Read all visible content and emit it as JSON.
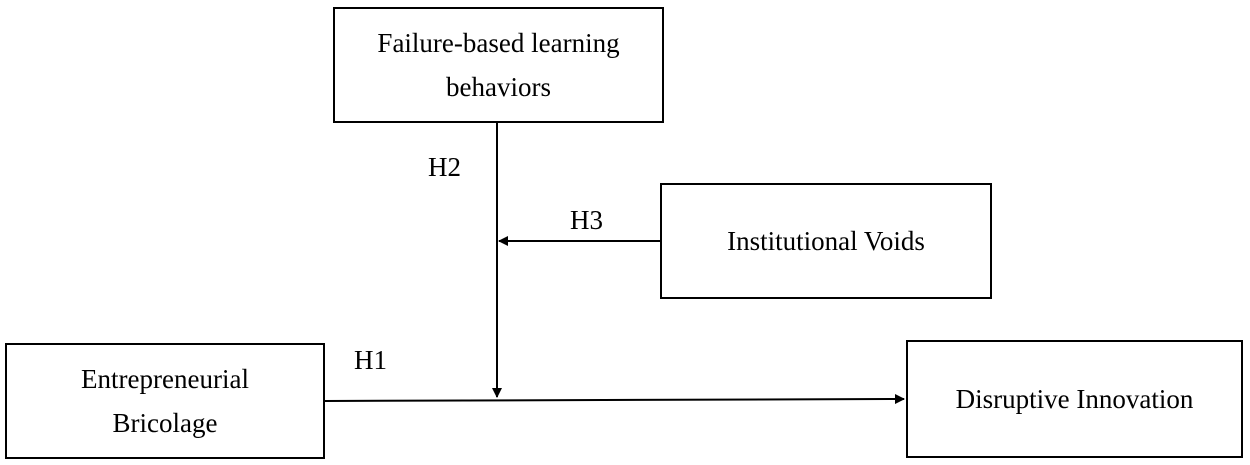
{
  "boxes": {
    "failure_line1": "Failure-based learning",
    "failure_line2": "behaviors",
    "institutional": "Institutional Voids",
    "entrepreneurial_line1": "Entrepreneurial",
    "entrepreneurial_line2": "Bricolage",
    "disruptive": "Disruptive Innovation"
  },
  "hypotheses": {
    "h1": "H1",
    "h2": "H2",
    "h3": "H3"
  },
  "colors": {
    "stroke": "#000000",
    "background": "#ffffff"
  }
}
